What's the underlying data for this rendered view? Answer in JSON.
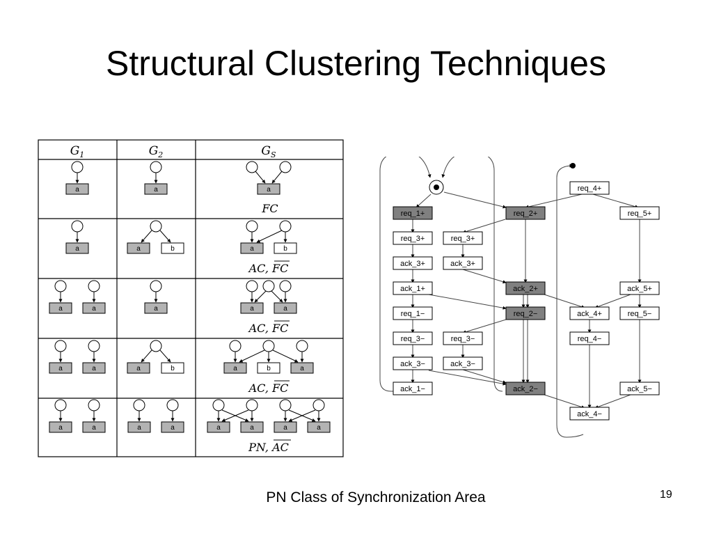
{
  "title": "Structural Clustering Techniques",
  "caption": "PN Class of Synchronization Area",
  "page_number": "19",
  "table": {
    "headers": [
      {
        "main": "G",
        "sub": "1"
      },
      {
        "main": "G",
        "sub": "2"
      },
      {
        "main": "G",
        "sub": "S"
      }
    ],
    "rows": [
      {
        "class_main": "FC",
        "class_over": ""
      },
      {
        "class_main": "AC, ",
        "class_over": "FC"
      },
      {
        "class_main": "AC, ",
        "class_over": "FC"
      },
      {
        "class_main": "AC, ",
        "class_over": "FC"
      },
      {
        "class_main": "PN, ",
        "class_over": "AC"
      }
    ],
    "node_labels": {
      "a": "a",
      "b": "b"
    }
  },
  "graph": {
    "col1": [
      "req_1+",
      "req_3+",
      "ack_3+",
      "ack_1+",
      "req_1−",
      "req_3−",
      "ack_3−",
      "ack_1−"
    ],
    "col2": [
      "req_3+",
      "ack_3+",
      "req_3−",
      "ack_3−"
    ],
    "col3": [
      "req_2+",
      "ack_2+",
      "req_2−",
      "ack_2−"
    ],
    "col4": [
      "req_4+",
      "ack_4+",
      "req_4−",
      "ack_4−"
    ],
    "col5": [
      "req_5+",
      "ack_5+",
      "req_5−",
      "ack_5−"
    ],
    "shaded_fill": "#808080"
  }
}
